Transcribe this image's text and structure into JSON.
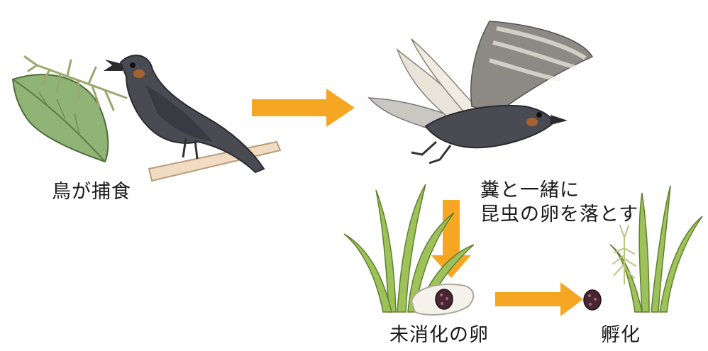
{
  "labels": {
    "bird_eats": "鳥が捕食",
    "drop_line1": "糞と一緒に",
    "drop_line2": "昆虫の卵を落とす",
    "undigested_egg": "未消化の卵",
    "hatch": "孵化"
  },
  "colors": {
    "arrow": "#f5a623",
    "bird_body": "#4a4b52",
    "leaf": "#8fb476",
    "grass": "#9ec25a",
    "branch": "#f1dcc3",
    "egg": "#4a2632",
    "dropping": "#f4f2ea"
  },
  "icons": [
    "leaf-icon",
    "stick-insect-icon",
    "bird-perched-icon",
    "bird-flying-icon",
    "grass-icon",
    "dropping-icon",
    "egg-icon",
    "nymph-icon"
  ]
}
